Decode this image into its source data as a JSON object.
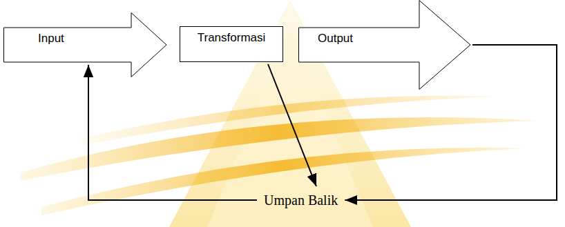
{
  "diagram": {
    "nodes": [
      {
        "text": [
          "Input"
        ]
      },
      {
        "text": [
          "Transformasi"
        ]
      },
      {
        "text": [
          "Output"
        ]
      },
      {
        "text": [
          "Umpan Balik"
        ]
      }
    ],
    "edges": [
      {
        "from": 1,
        "to": 3,
        "arrow": "to"
      },
      {
        "from": 2,
        "to": 3,
        "arrow": "to"
      },
      {
        "from": 3,
        "to": 0,
        "arrow": "to"
      }
    ]
  }
}
